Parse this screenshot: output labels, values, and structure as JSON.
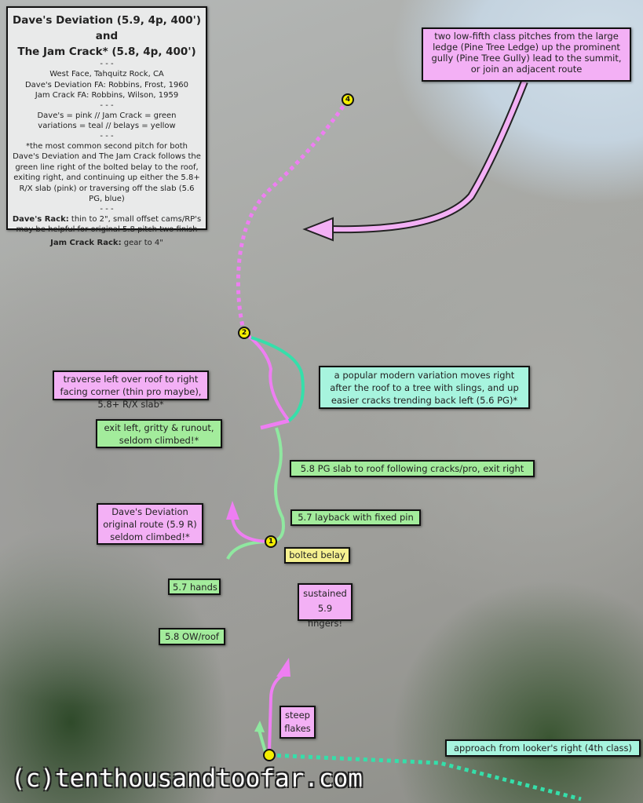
{
  "info": {
    "title_line1": "Dave's Deviation (5.9, 4p, 400')  and",
    "title_line2": "The Jam Crack* (5.8, 4p, 400')",
    "separator": "- - -",
    "location": "West Face, Tahquitz Rock, CA",
    "fa_daves": "Dave's Deviation FA: Robbins, Frost, 1960",
    "fa_jam": "Jam Crack FA: Robbins, Wilson, 1959",
    "legend_line1": "Dave's = pink // Jam Crack = green",
    "legend_line2": "variations = teal // belays = yellow",
    "note": "*the most common second pitch for both Dave's Deviation and The Jam Crack follows the green line right of the bolted belay to the roof, exiting right, and continuing up either the 5.8+ R/X slab (pink) or traversing off the slab (5.6 PG, blue)",
    "daves_rack_label": "Dave's Rack:",
    "daves_rack": " thin to 2\", small offset cams/RP's may be helpful for original 5.8 pitch two finish",
    "jam_rack_label": "Jam Crack Rack:",
    "jam_rack": " gear to 4\""
  },
  "annotations": {
    "summit": "two low-fifth class pitches from the large ledge (Pine Tree Ledge) up the prominent gully (Pine Tree Gully) lead to the summit, or join an adjacent route",
    "traverse": "traverse left over roof to right facing corner (thin pro maybe), 5.8+ R/X slab*",
    "variation": "a popular modern variation moves right after the roof to a tree with slings, and up easier cracks trending back left (5.6 PG)*",
    "exit_left": "exit left, gritty & runout, seldom climbed!*",
    "slab": "5.8 PG slab to roof following cracks/pro, exit right",
    "daves_original": "Dave's Deviation original route (5.9 R) seldom climbed!*",
    "layback": "5.7 layback with fixed pin",
    "bolted_belay": "bolted belay",
    "hands": "5.7 hands",
    "sustained": "sustained 5.9 fingers!",
    "ow_roof": "5.8 OW/roof",
    "steep_flakes": "steep flakes",
    "approach": "approach from looker's right (4th class)"
  },
  "belays": [
    "1",
    "2",
    "4"
  ],
  "watermark": "(c)tenthousandtoofar.com",
  "colors": {
    "daves": "#ee7ef2",
    "jam": "#8fe8a0",
    "variation": "#35dfaa",
    "belay": "#f4ee00"
  }
}
